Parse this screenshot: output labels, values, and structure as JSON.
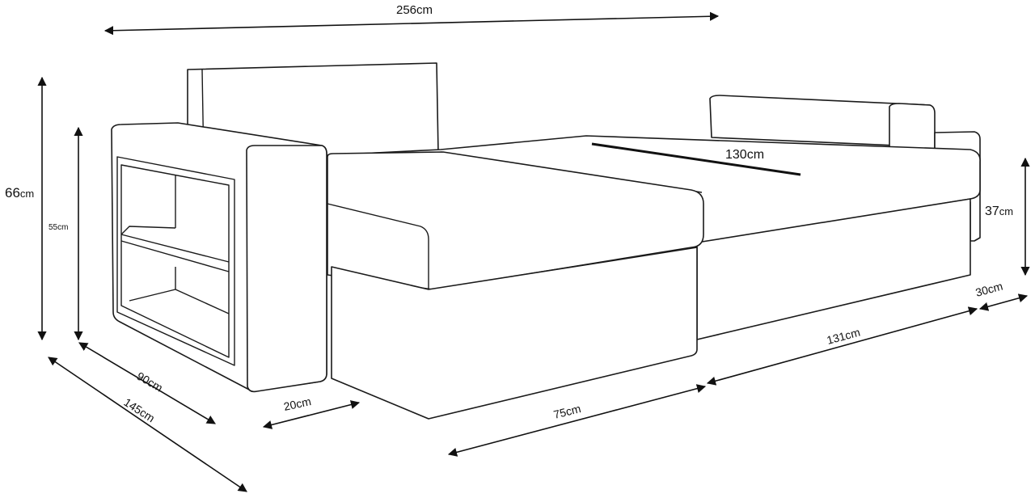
{
  "diagram": {
    "labels": {
      "total_width": "256cm",
      "back_height_value": "66",
      "back_height_unit": "cm",
      "arm_height": "55cm",
      "seat_height_value": "37",
      "seat_height_unit": "cm",
      "bed_length": "130cm",
      "depth_seat": "90cm",
      "depth_total": "145cm",
      "arm_width": "20cm",
      "seat_depth": "75cm",
      "bed_width": "131cm",
      "right_arm_width": "30cm"
    },
    "colors": {
      "line": "#1a1a1a",
      "background": "#ffffff"
    }
  }
}
